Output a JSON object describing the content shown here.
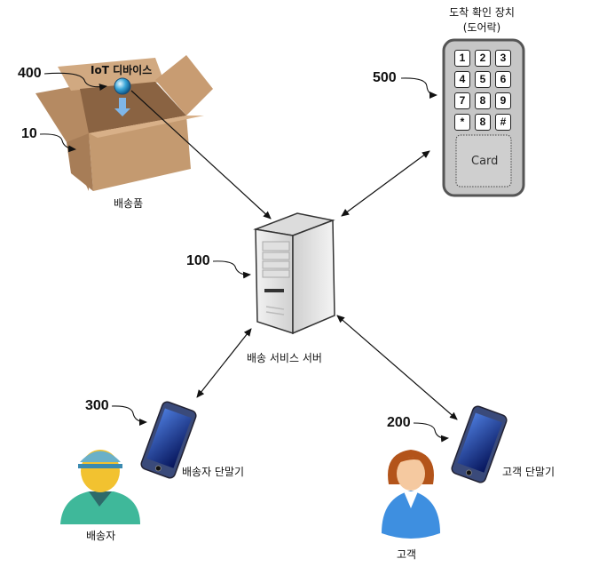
{
  "diagram": {
    "nodes": {
      "package": {
        "ref": "10",
        "label": "배송품"
      },
      "iot": {
        "ref": "400",
        "label": "IoT 디바이스"
      },
      "doorlock": {
        "ref": "500",
        "title_line1": "도착 확인 장치",
        "title_line2": "(도어락)",
        "keys": [
          "1",
          "2",
          "3",
          "4",
          "5",
          "6",
          "7",
          "8",
          "9",
          "*",
          "8",
          "#"
        ],
        "card_label": "Card"
      },
      "server": {
        "ref": "100",
        "label": "배송 서비스 서버"
      },
      "courier_terminal": {
        "ref": "300",
        "label": "배송자 단말기"
      },
      "courier": {
        "label": "배송자"
      },
      "customer_terminal": {
        "ref": "200",
        "label": "고객 단말기"
      },
      "customer": {
        "label": "고객"
      }
    },
    "edges": [
      {
        "from": "iot",
        "to": "server",
        "direction": "to-server"
      },
      {
        "from": "doorlock",
        "to": "server",
        "direction": "bidirectional"
      },
      {
        "from": "courier_terminal",
        "to": "server",
        "direction": "bidirectional"
      },
      {
        "from": "customer_terminal",
        "to": "server",
        "direction": "bidirectional"
      }
    ]
  }
}
